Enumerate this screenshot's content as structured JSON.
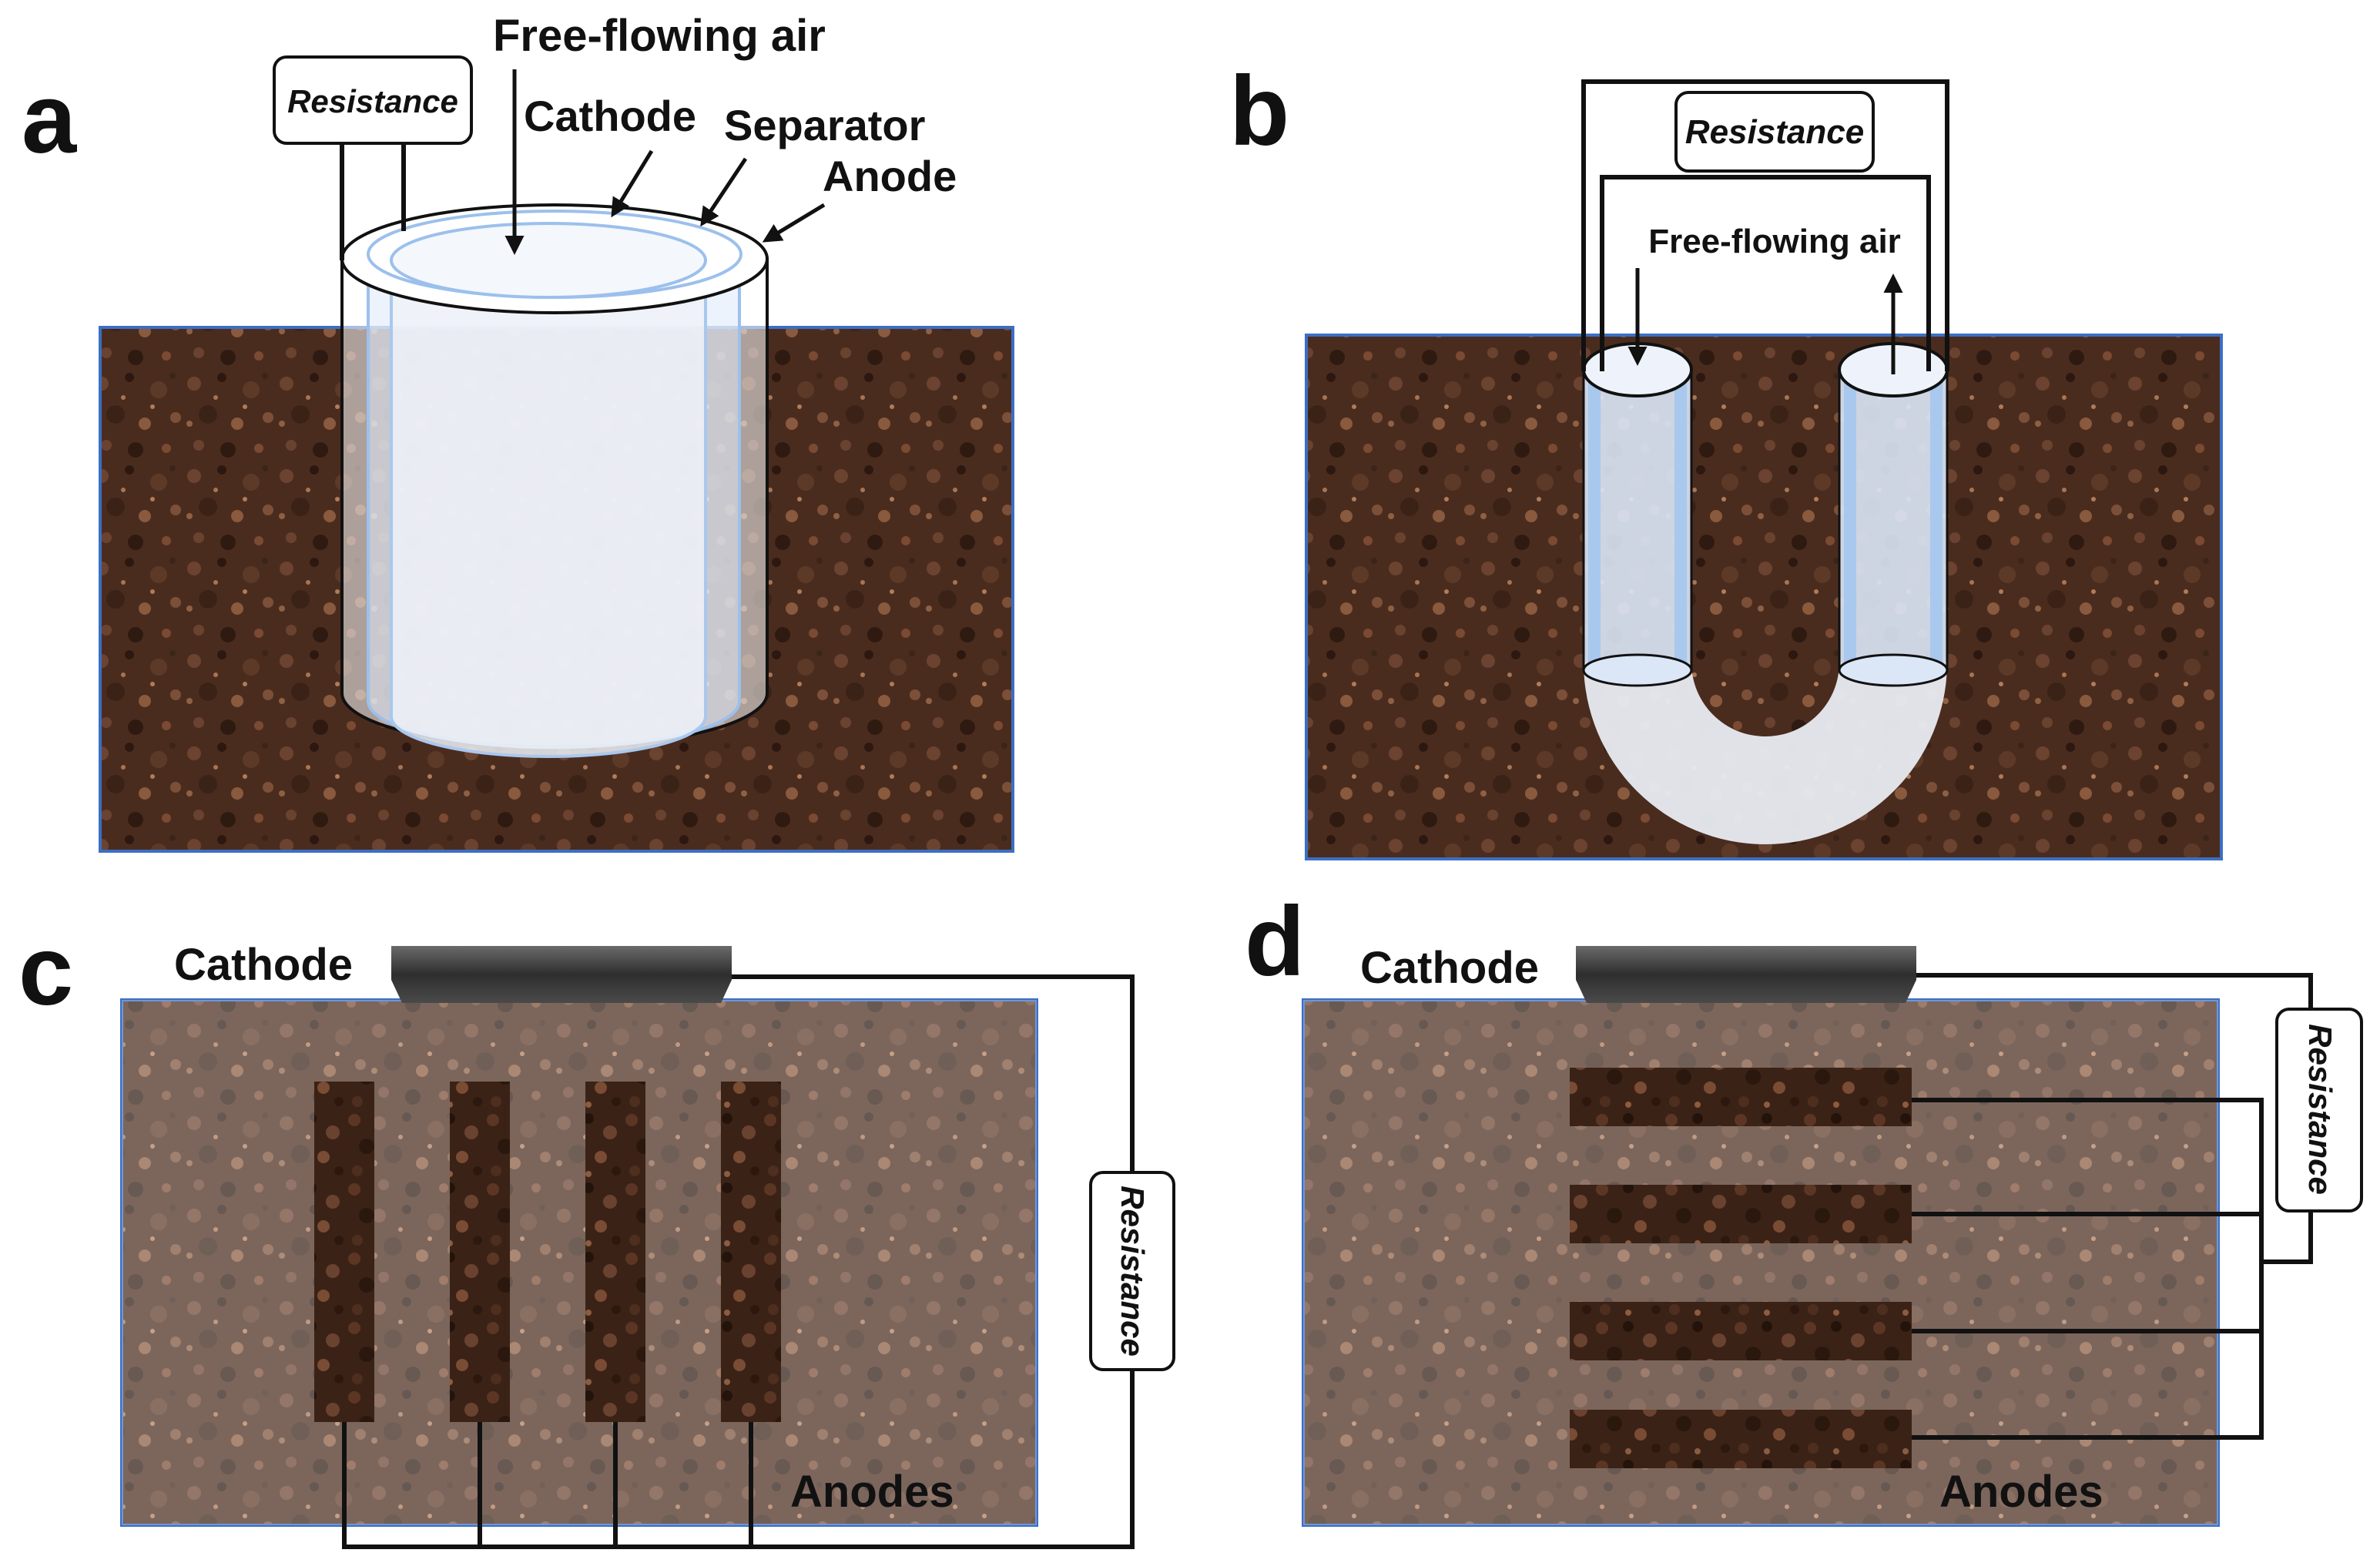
{
  "panels": {
    "a": {
      "letter": "a",
      "resistance": "Resistance",
      "air": "Free-flowing air",
      "cathode": "Cathode",
      "separator": "Separator",
      "anode": "Anode"
    },
    "b": {
      "letter": "b",
      "resistance": "Resistance",
      "air": "Free-flowing air"
    },
    "c": {
      "letter": "c",
      "cathode": "Cathode",
      "resistance": "Resistance",
      "anodes": "Anodes"
    },
    "d": {
      "letter": "d",
      "cathode": "Cathode",
      "resistance": "Resistance",
      "anodes": "Anodes"
    }
  },
  "colors": {
    "soil_dark": "#3a2418",
    "soil_mid": "#5a3826",
    "soil_light": "#7a4e34",
    "frame_blue": "#3b6fc4",
    "tube_blue": "#a9c8ee",
    "cathode_plate": "#3a3a3a"
  }
}
